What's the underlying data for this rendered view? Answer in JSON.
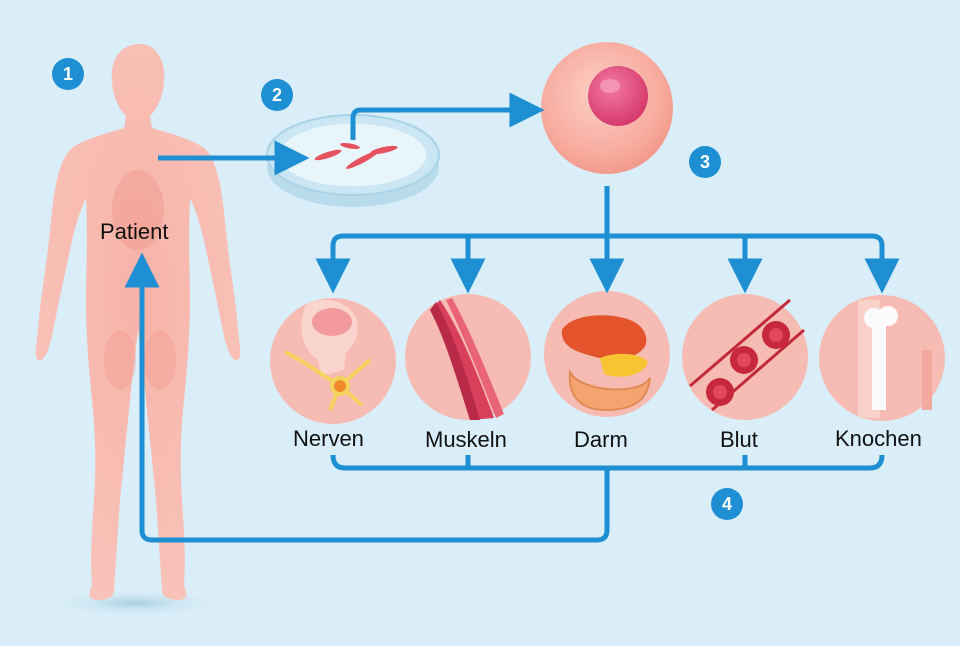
{
  "steps": [
    "1",
    "2",
    "3",
    "4"
  ],
  "patient_label": "Patient",
  "organs": [
    {
      "key": "nerven",
      "label": "Nerven"
    },
    {
      "key": "muskeln",
      "label": "Muskeln"
    },
    {
      "key": "darm",
      "label": "Darm"
    },
    {
      "key": "blut",
      "label": "Blut"
    },
    {
      "key": "knochen",
      "label": "Knochen"
    }
  ],
  "colors": {
    "background": "#d9eef8",
    "arrow": "#1d8fd2",
    "skin": "#f4a79c",
    "organ_bg": "#f6bcb4"
  },
  "icons": [
    "human-body-icon",
    "petri-dish-icon",
    "stem-cell-icon",
    "brain-neuron-icon",
    "muscle-fiber-icon",
    "intestine-icon",
    "red-blood-cell-icon",
    "bone-icon"
  ]
}
